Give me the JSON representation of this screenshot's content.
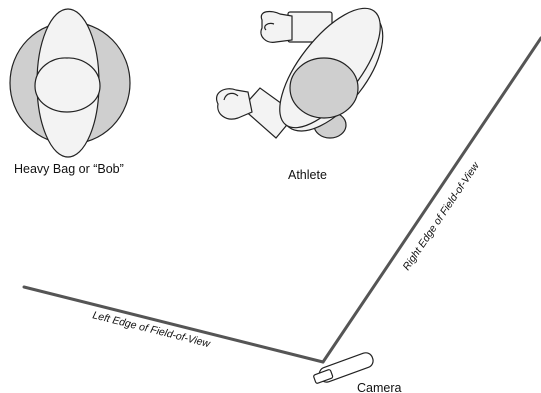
{
  "labels": {
    "heavy_bag": "Heavy Bag or “Bob”",
    "athlete": "Athlete",
    "camera": "Camera",
    "left_edge": "Left Edge of Field-of-View",
    "right_edge": "Right Edge of Field-of-View"
  },
  "colors": {
    "outline": "#222222",
    "gray_fill": "#cfcfcf",
    "light_fill": "#f3f3f3",
    "line": "#555555"
  }
}
